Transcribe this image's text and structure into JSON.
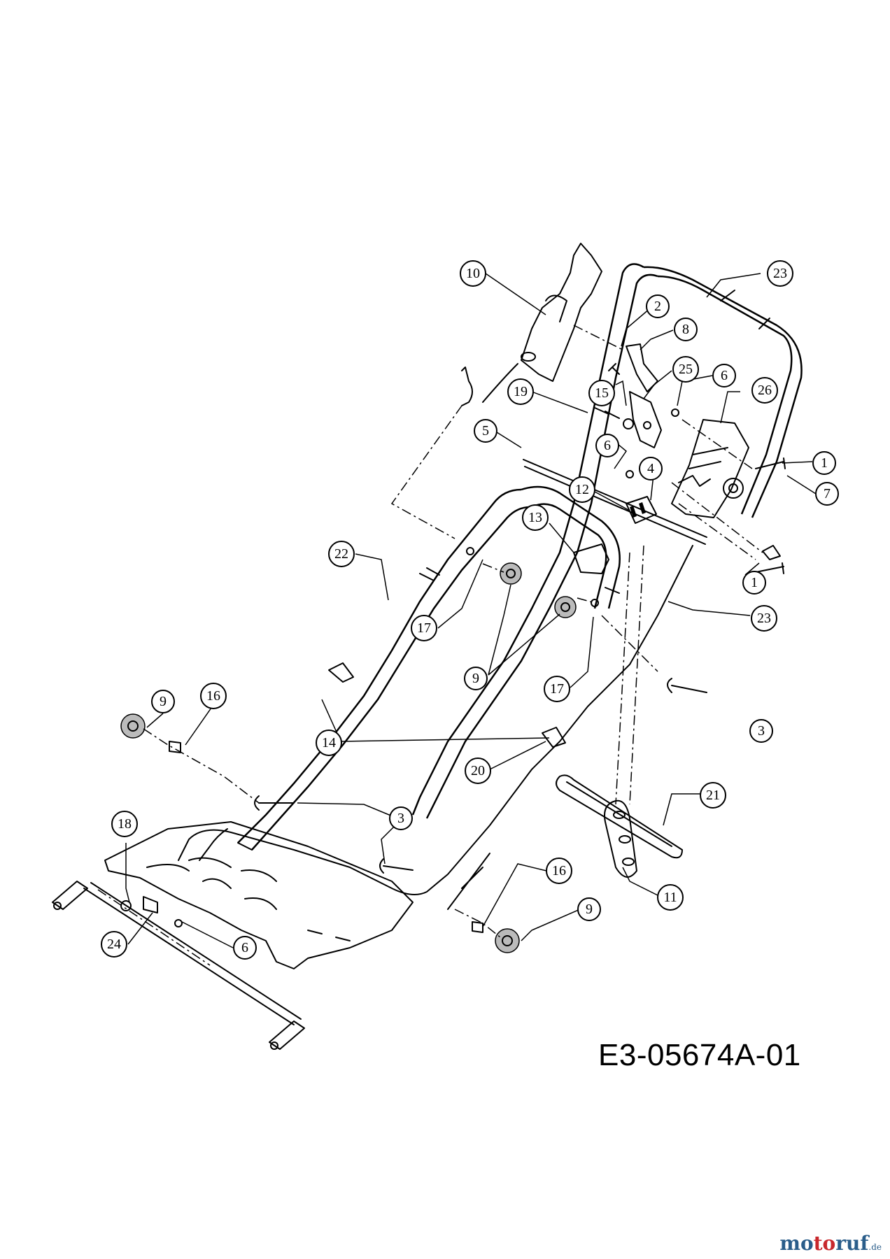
{
  "diagram": {
    "drawing_code": "E3-05674A-01",
    "callouts": [
      {
        "id": "c10",
        "label": "10"
      },
      {
        "id": "c23a",
        "label": "23"
      },
      {
        "id": "c2",
        "label": "2"
      },
      {
        "id": "c8",
        "label": "8"
      },
      {
        "id": "c25",
        "label": "25"
      },
      {
        "id": "c6a",
        "label": "6"
      },
      {
        "id": "c26",
        "label": "26"
      },
      {
        "id": "c19",
        "label": "19"
      },
      {
        "id": "c15",
        "label": "15"
      },
      {
        "id": "c5",
        "label": "5"
      },
      {
        "id": "c6b",
        "label": "6"
      },
      {
        "id": "c4",
        "label": "4"
      },
      {
        "id": "c1a",
        "label": "1"
      },
      {
        "id": "c12",
        "label": "12"
      },
      {
        "id": "c7",
        "label": "7"
      },
      {
        "id": "c13",
        "label": "13"
      },
      {
        "id": "c1b",
        "label": "1"
      },
      {
        "id": "c22",
        "label": "22"
      },
      {
        "id": "c23b",
        "label": "23"
      },
      {
        "id": "c17a",
        "label": "17"
      },
      {
        "id": "c9a",
        "label": "9"
      },
      {
        "id": "c9b",
        "label": "9"
      },
      {
        "id": "c17b",
        "label": "17"
      },
      {
        "id": "c16a",
        "label": "16"
      },
      {
        "id": "c3a",
        "label": "3"
      },
      {
        "id": "c14",
        "label": "14"
      },
      {
        "id": "c20",
        "label": "20"
      },
      {
        "id": "c21",
        "label": "21"
      },
      {
        "id": "c3b",
        "label": "3"
      },
      {
        "id": "c18",
        "label": "18"
      },
      {
        "id": "c16b",
        "label": "16"
      },
      {
        "id": "c9c",
        "label": "9"
      },
      {
        "id": "c11",
        "label": "11"
      },
      {
        "id": "c24",
        "label": "24"
      },
      {
        "id": "c6c",
        "label": "6"
      }
    ]
  },
  "watermark": {
    "part1": "mo",
    "part2": "to",
    "part3": "ruf",
    "suffix": ".de"
  }
}
